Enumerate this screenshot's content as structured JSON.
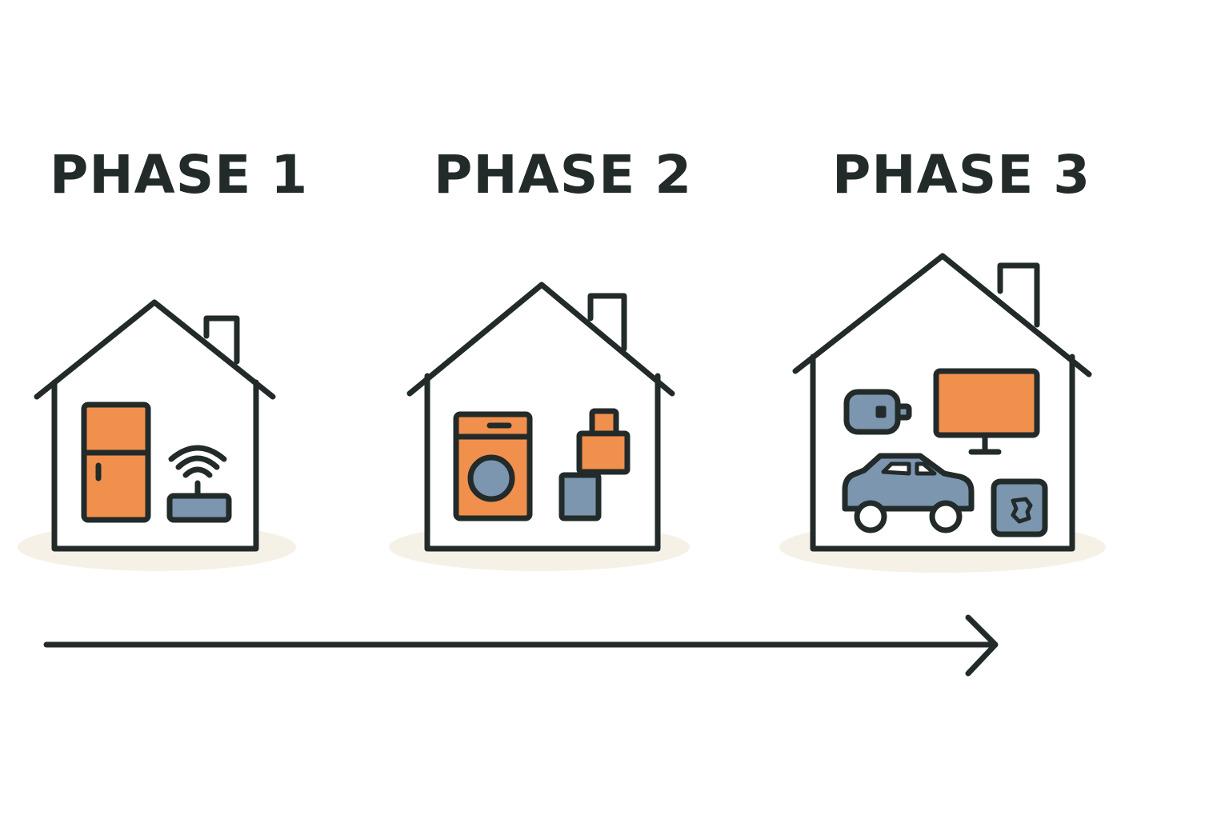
{
  "colors": {
    "stroke": "#222a2a",
    "accent_orange": "#f0904c",
    "accent_blue": "#7b96ae",
    "shadow": "#f6f1e6",
    "background": "#ffffff"
  },
  "phases": [
    {
      "title": "PHASE 1",
      "devices": [
        "refrigerator-icon",
        "wifi-router-icon"
      ]
    },
    {
      "title": "PHASE 2",
      "devices": [
        "washing-machine-icon",
        "package-box-icon",
        "package-box-icon"
      ]
    },
    {
      "title": "PHASE 3",
      "devices": [
        "smart-plug-icon",
        "television-icon",
        "electric-car-icon",
        "smart-socket-icon"
      ]
    }
  ],
  "timeline": {
    "direction": "right",
    "icon": "arrow-right-icon"
  }
}
